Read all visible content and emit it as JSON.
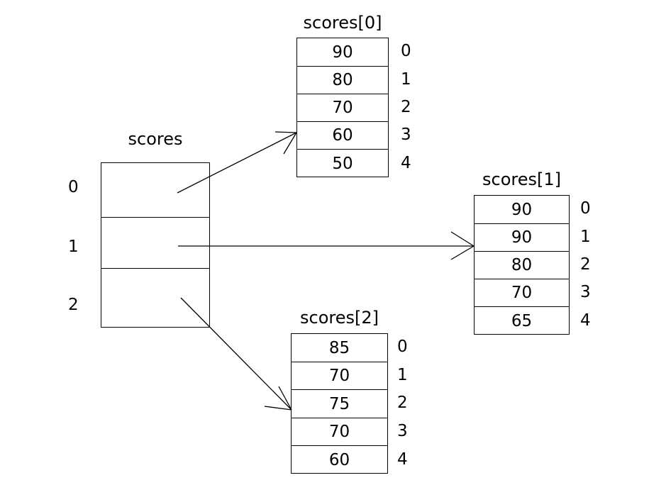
{
  "diagram": {
    "title_fontsize": 24,
    "line_color": "#000000",
    "background": "#ffffff"
  },
  "pointer_array": {
    "name": "scores",
    "label": "scores",
    "indices": [
      "0",
      "1",
      "2"
    ],
    "cells": [
      "",
      "",
      ""
    ]
  },
  "arrays": [
    {
      "name": "scores-0",
      "label": "scores[0]",
      "values": [
        "90",
        "80",
        "70",
        "60",
        "50"
      ],
      "indices": [
        "0",
        "1",
        "2",
        "3",
        "4"
      ]
    },
    {
      "name": "scores-1",
      "label": "scores[1]",
      "values": [
        "90",
        "90",
        "80",
        "70",
        "65"
      ],
      "indices": [
        "0",
        "1",
        "2",
        "3",
        "4"
      ]
    },
    {
      "name": "scores-2",
      "label": "scores[2]",
      "values": [
        "85",
        "70",
        "75",
        "70",
        "60"
      ],
      "indices": [
        "0",
        "1",
        "2",
        "3",
        "4"
      ]
    }
  ]
}
